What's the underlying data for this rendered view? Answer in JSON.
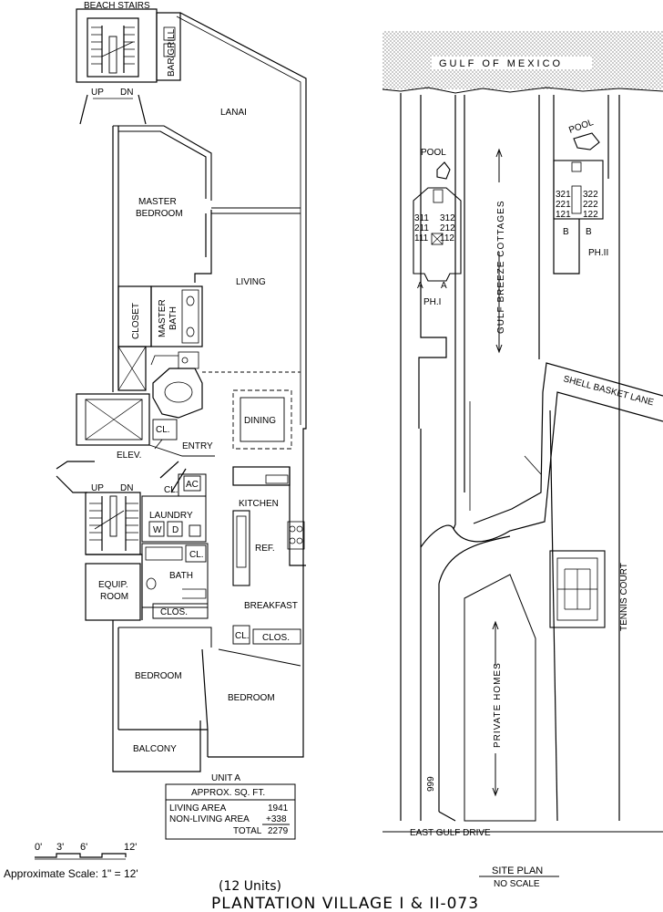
{
  "floor_plan": {
    "beach_stairs": "BEACH STAIRS",
    "bar_grill": "BAR/GRILL",
    "stair_top_up": "UP",
    "stair_top_dn": "DN",
    "lanai": "LANAI",
    "master_bedroom_1": "MASTER",
    "master_bedroom_2": "BEDROOM",
    "living": "LIVING",
    "closet": "CLOSET",
    "master_bath_1": "MASTER",
    "master_bath_2": "BATH",
    "dining": "DINING",
    "cl_entry": "CL.",
    "entry": "ENTRY",
    "elev": "ELEV.",
    "stair_bot_up": "UP",
    "stair_bot_dn": "DN",
    "cl_laundry": "CL.",
    "ac": "AC",
    "kitchen": "KITCHEN",
    "laundry": "LAUNDRY",
    "washer": "W",
    "dryer": "D",
    "ref": "REF.",
    "cl_bath": "CL.",
    "bath": "BATH",
    "equip_1": "EQUIP.",
    "equip_2": "ROOM",
    "clos_bath": "CLOS.",
    "breakfast": "BREAKFAST",
    "cl_bed": "CL.",
    "clos_bed": "CLOS.",
    "bedroom_left": "BEDROOM",
    "bedroom_right": "BEDROOM",
    "balcony": "BALCONY"
  },
  "unit_table": {
    "unit": "UNIT A",
    "header": "APPROX. SQ. FT.",
    "rows": [
      {
        "label": "LIVING AREA",
        "value": "1941"
      },
      {
        "label": "NON-LIVING AREA",
        "value": "+338"
      },
      {
        "label": "TOTAL",
        "value": "2279"
      }
    ]
  },
  "scale_bar": {
    "ticks": [
      "0'",
      "3'",
      "6'",
      "12'"
    ],
    "caption": "Approximate Scale: 1\" = 12'"
  },
  "site_plan": {
    "gulf": "GULF OF MEXICO",
    "pool_1": "POOL",
    "pool_2": "POOL",
    "ph1_units": [
      "311",
      "312",
      "211",
      "212",
      "111",
      "112"
    ],
    "ph2_units": [
      "321",
      "322",
      "221",
      "222",
      "121",
      "122"
    ],
    "ph1_a1": "A",
    "ph1_a2": "A",
    "ph1": "PH.I",
    "ph2_b1": "B",
    "ph2_b2": "B",
    "ph2": "PH.II",
    "gulf_breeze": "GULF BREEZE COTTAGES",
    "shell_basket": "SHELL BASKET LANE",
    "tennis": "TENNIS COURT",
    "private_homes": "PRIVATE HOMES",
    "address": "999",
    "east_gulf": "EAST GULF DRIVE",
    "title": "SITE PLAN",
    "subtitle": "NO SCALE"
  },
  "footer": {
    "units": "(12 Units)",
    "title": "PLANTATION VILLAGE I & II-073"
  }
}
